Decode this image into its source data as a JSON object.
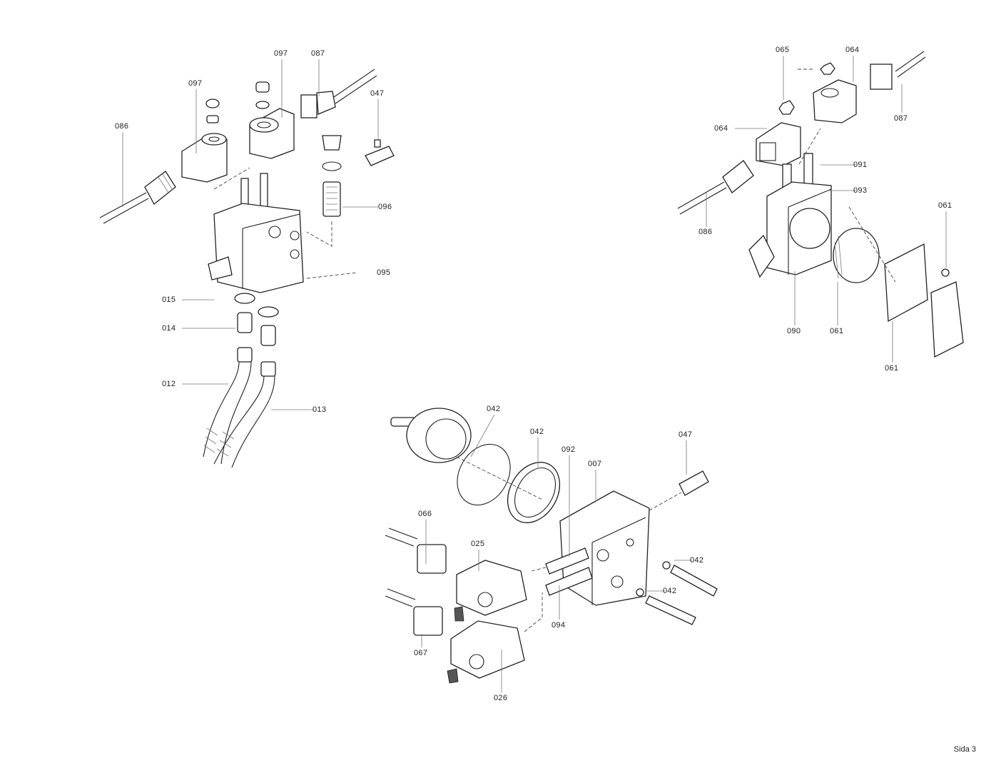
{
  "left_assembly": {
    "labels": [
      "097",
      "097",
      "087",
      "047",
      "086",
      "096",
      "095",
      "015",
      "014",
      "012",
      "013"
    ]
  },
  "right_assembly": {
    "labels": [
      "065",
      "064",
      "087",
      "064",
      "091",
      "093",
      "086",
      "061",
      "090",
      "061",
      "061"
    ]
  },
  "bottom_assembly": {
    "labels": [
      "042",
      "042",
      "092",
      "007",
      "047",
      "066",
      "025",
      "042",
      "042",
      "094",
      "067",
      "026"
    ]
  },
  "footer": {
    "page": "Sida 3"
  }
}
